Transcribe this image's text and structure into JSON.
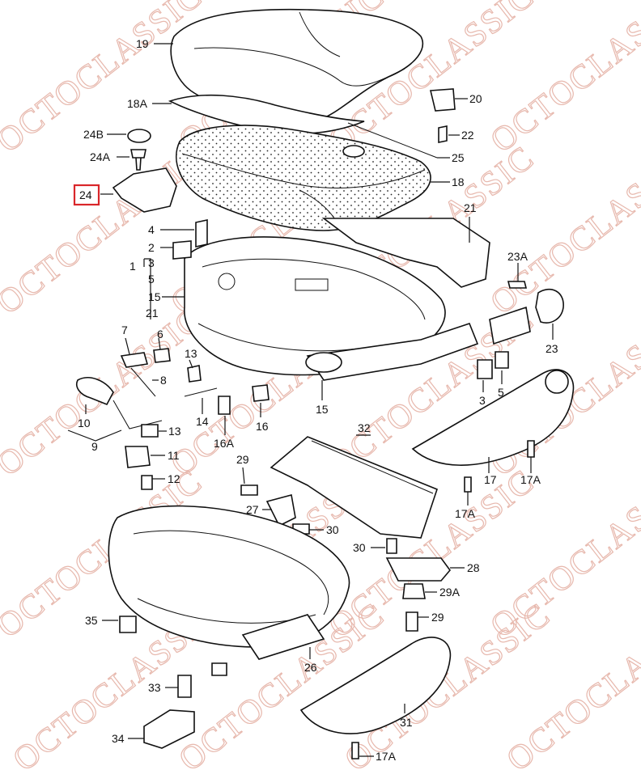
{
  "watermark": "OCTOCLASSIC",
  "highlight_color": "#d9262a",
  "highlighted_label": "24",
  "labels": {
    "l19": "19",
    "l18A": "18A",
    "l20": "20",
    "l24B": "24B",
    "l22": "22",
    "l24A": "24A",
    "l25": "25",
    "l18": "18",
    "l24": "24",
    "l21": "21",
    "l4a": "4",
    "l2": "2",
    "l1": "1",
    "l3a": "3",
    "l5a": "5",
    "l15a": "15",
    "l21b": "21",
    "l23A": "23A",
    "l23": "23",
    "l7": "7",
    "l6": "6",
    "l13a": "13",
    "l8": "8",
    "l3b": "3",
    "l5b": "5",
    "l15b": "15",
    "l10": "10",
    "l14": "14",
    "l16": "16",
    "l13b": "13",
    "l16A": "16A",
    "l9": "9",
    "l32": "32",
    "l17": "17",
    "l17A": "17A",
    "l11": "11",
    "l29a": "29",
    "l12": "12",
    "l17Ab": "17A",
    "l27": "27",
    "l30a": "30",
    "l30b": "30",
    "l28": "28",
    "l29A": "29A",
    "l29b": "29",
    "l35": "35",
    "l26": "26",
    "l33": "33",
    "l31": "31",
    "l34": "34",
    "l17Ac": "17A"
  }
}
